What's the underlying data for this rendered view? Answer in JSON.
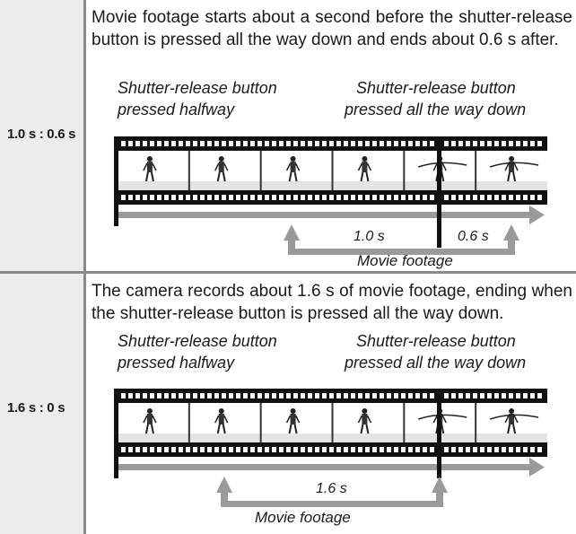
{
  "rows": [
    {
      "label": "1.0 s : 0.6 s",
      "description": "Movie footage starts about a second before the shutter-release button is pressed all the way down and ends about 0.6 s after.",
      "caption_left_line1": "Shutter-release button",
      "caption_left_line2": "pressed halfway",
      "caption_right_line1": "Shutter-release button",
      "caption_right_line2": "pressed all the way down",
      "before_label": "1.0 s",
      "after_label": "0.6 s",
      "footage_label": "Movie footage"
    },
    {
      "label": "1.6 s : 0 s",
      "description": "The camera records about 1.6 s of movie footage, ending when the shutter-release button is pressed all the way down.",
      "caption_left_line1": "Shutter-release button",
      "caption_left_line2": "pressed halfway",
      "caption_right_line1": "Shutter-release button",
      "caption_right_line2": "pressed all the way down",
      "before_label": "1.6 s",
      "footage_label": "Movie footage"
    }
  ],
  "colors": {
    "arrow_gray": "#9a9a9a",
    "label_bg": "#ececec",
    "film_black": "#111111"
  }
}
